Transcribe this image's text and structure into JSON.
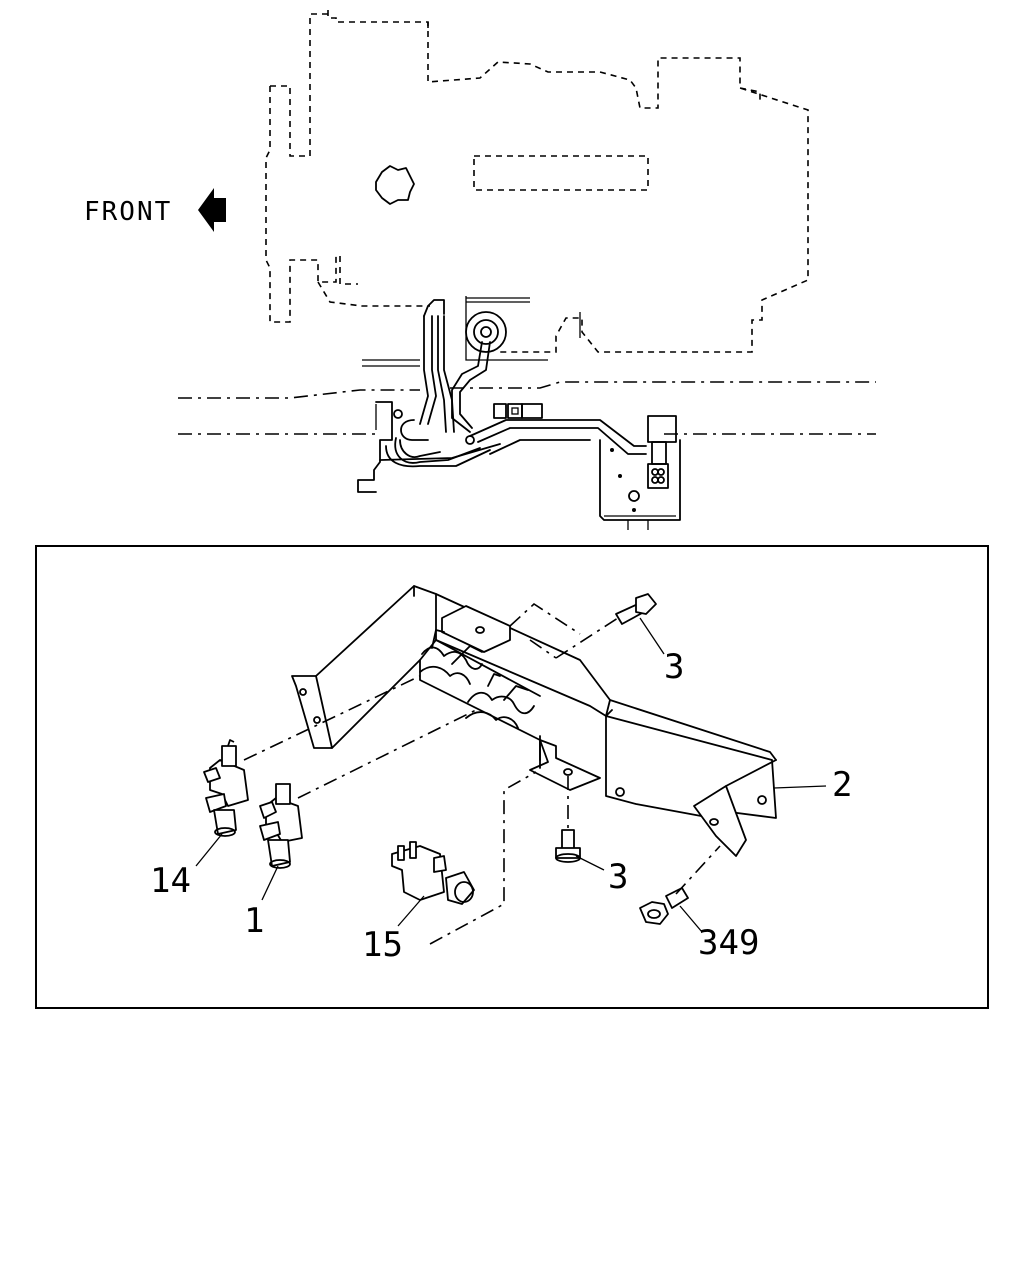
{
  "overview": {
    "direction_label": "FRONT",
    "arrow_icon": "left-arrow-icon"
  },
  "detail": {
    "callouts": [
      {
        "id": "c1",
        "text": "3"
      },
      {
        "id": "c2",
        "text": "2"
      },
      {
        "id": "c3",
        "text": "3"
      },
      {
        "id": "c4",
        "text": "349"
      },
      {
        "id": "c5",
        "text": "14"
      },
      {
        "id": "c6",
        "text": "1"
      },
      {
        "id": "c7",
        "text": "15"
      }
    ]
  }
}
